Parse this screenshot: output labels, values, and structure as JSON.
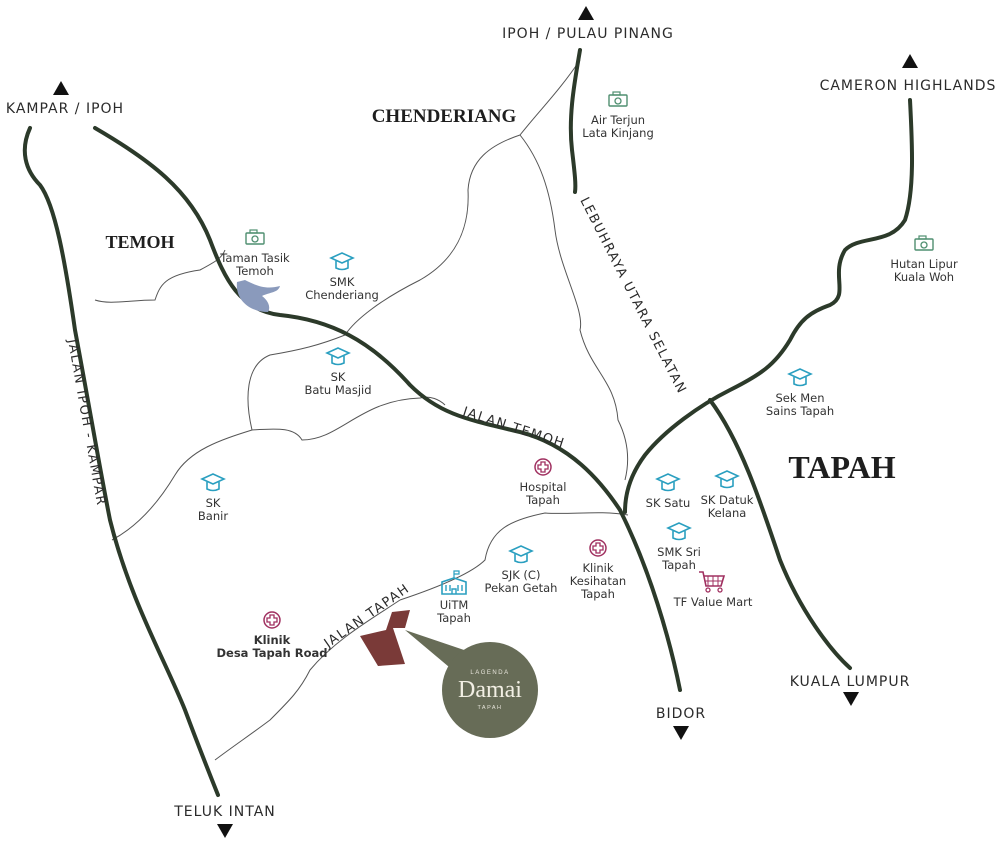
{
  "destinations": {
    "ipoh_penang": "IPOH / PULAU PINANG",
    "kampar_ipoh": "KAMPAR / IPOH",
    "cameron": "CAMERON HIGHLANDS",
    "kuala_lumpur": "KUALA LUMPUR",
    "bidor": "BIDOR",
    "teluk_intan": "TELUK INTAN"
  },
  "towns": {
    "chenderiang": "CHENDERIANG",
    "temoh": "TEMOH",
    "tapah": "TAPAH"
  },
  "roads": {
    "jalan_ipoh_kampar": "JALAN IPOH - KAMPAR",
    "lebuhraya": "LEBUHRAYA UTARA SELATAN",
    "jalan_temoh": "JALAN TEMOH",
    "jalan_tapah": "JALAN TAPAH"
  },
  "pois": [
    {
      "type": "attraction",
      "lines": [
        "Air Terjun",
        "Lata Kinjang"
      ]
    },
    {
      "type": "attraction",
      "lines": [
        "Taman Tasik",
        "Temoh"
      ]
    },
    {
      "type": "attraction",
      "lines": [
        "Hutan Lipur",
        "Kuala Woh"
      ]
    },
    {
      "type": "school",
      "lines": [
        "SMK",
        "Chenderiang"
      ]
    },
    {
      "type": "school",
      "lines": [
        "SK",
        "Batu Masjid"
      ]
    },
    {
      "type": "school",
      "lines": [
        "SK",
        "Banir"
      ]
    },
    {
      "type": "school",
      "lines": [
        "Sek Men",
        "Sains Tapah"
      ]
    },
    {
      "type": "school",
      "lines": [
        "SK Satu"
      ]
    },
    {
      "type": "school",
      "lines": [
        "SK Datuk",
        "Kelana"
      ]
    },
    {
      "type": "school",
      "lines": [
        "SMK Sri",
        "Tapah"
      ]
    },
    {
      "type": "school",
      "lines": [
        "SJK (C)",
        "Pekan Getah"
      ]
    },
    {
      "type": "university",
      "lines": [
        "UiTM",
        "Tapah"
      ]
    },
    {
      "type": "hospital",
      "lines": [
        "Hospital",
        "Tapah"
      ]
    },
    {
      "type": "hospital",
      "lines": [
        "Klinik",
        "Kesihatan",
        "Tapah"
      ]
    },
    {
      "type": "hospital",
      "lines": [
        "Klinik",
        "Desa Tapah Road"
      ]
    },
    {
      "type": "shopping",
      "lines": [
        "TF Value Mart"
      ]
    }
  ],
  "logo": {
    "top": "LAGENDA",
    "main": "Damai",
    "bottom": "TAPAH"
  },
  "colors": {
    "road": "#2c3a2a",
    "school": "#2a9fc0",
    "hospital": "#a03060",
    "attraction": "#4f8f70",
    "plot": "#7a3a38",
    "logo_bg": "#676c57"
  }
}
